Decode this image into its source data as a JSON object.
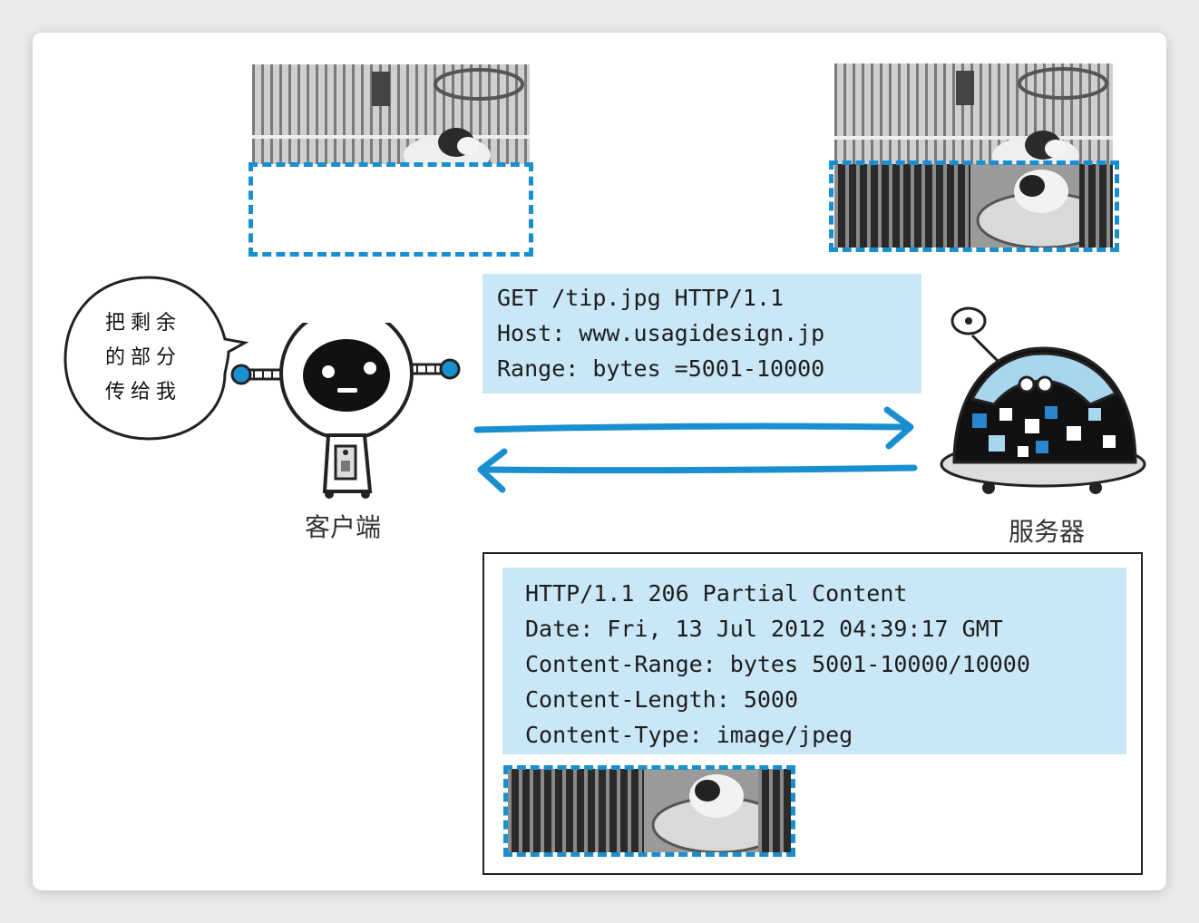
{
  "request": {
    "lines": [
      "GET /tip.jpg HTTP/1.1",
      "Host: www.usagidesign.jp",
      "Range: bytes =5001-10000"
    ]
  },
  "response": {
    "lines": [
      "HTTP/1.1 206 Partial Content",
      "Date: Fri, 13 Jul 2012 04:39:17 GMT",
      "Content-Range: bytes 5001-10000/10000",
      "Content-Length: 5000",
      "Content-Type: image/jpeg"
    ]
  },
  "client": {
    "label": "客户端",
    "speech_lines": [
      "把剩余",
      "的部分",
      "传给我"
    ]
  },
  "server": {
    "label": "服务器"
  },
  "colors": {
    "accent": "#1a8fd0",
    "highlight": "#c9e7f6"
  }
}
